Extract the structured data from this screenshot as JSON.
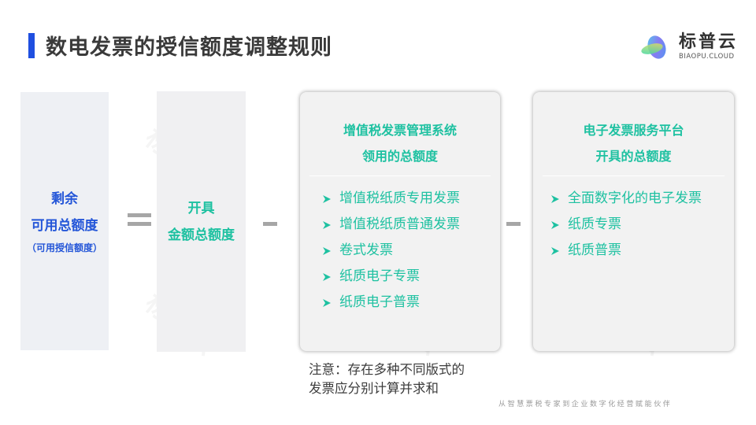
{
  "header": {
    "title": "数电发票的授信额度调整规则",
    "accent_color": "#1f4fe0"
  },
  "logo": {
    "name": "标普云",
    "subtitle": "BIAOPU.CLOUD"
  },
  "formula": {
    "result": {
      "line1": "剩余",
      "line2": "可用总额度",
      "line3": "（可用授信额度）",
      "color": "#2456d8"
    },
    "operator_equals": "=",
    "term1": {
      "line1": "开具",
      "line2": "金额总额度",
      "color": "#1ec1a1"
    },
    "operator_minus": "-",
    "term2": {
      "title_line1": "增值税发票管理系统",
      "title_line2": "领用的总额度",
      "items": [
        "增值税纸质专用发票",
        "增值税纸质普通发票",
        "卷式发票",
        "纸质电子专票",
        "纸质电子普票"
      ]
    },
    "term3": {
      "title_line1": "电子发票服务平台",
      "title_line2": "开具的总额度",
      "items": [
        "全面数字化的电子发票",
        "纸质专票",
        "纸质普票"
      ]
    }
  },
  "note": {
    "line1": "注意：存在多种不同版式的",
    "line2": "发票应分别计算并求和"
  },
  "footer": {
    "slogan": "从智慧票税专家到企业数字化经营赋能伙伴"
  },
  "watermark": "标普云"
}
